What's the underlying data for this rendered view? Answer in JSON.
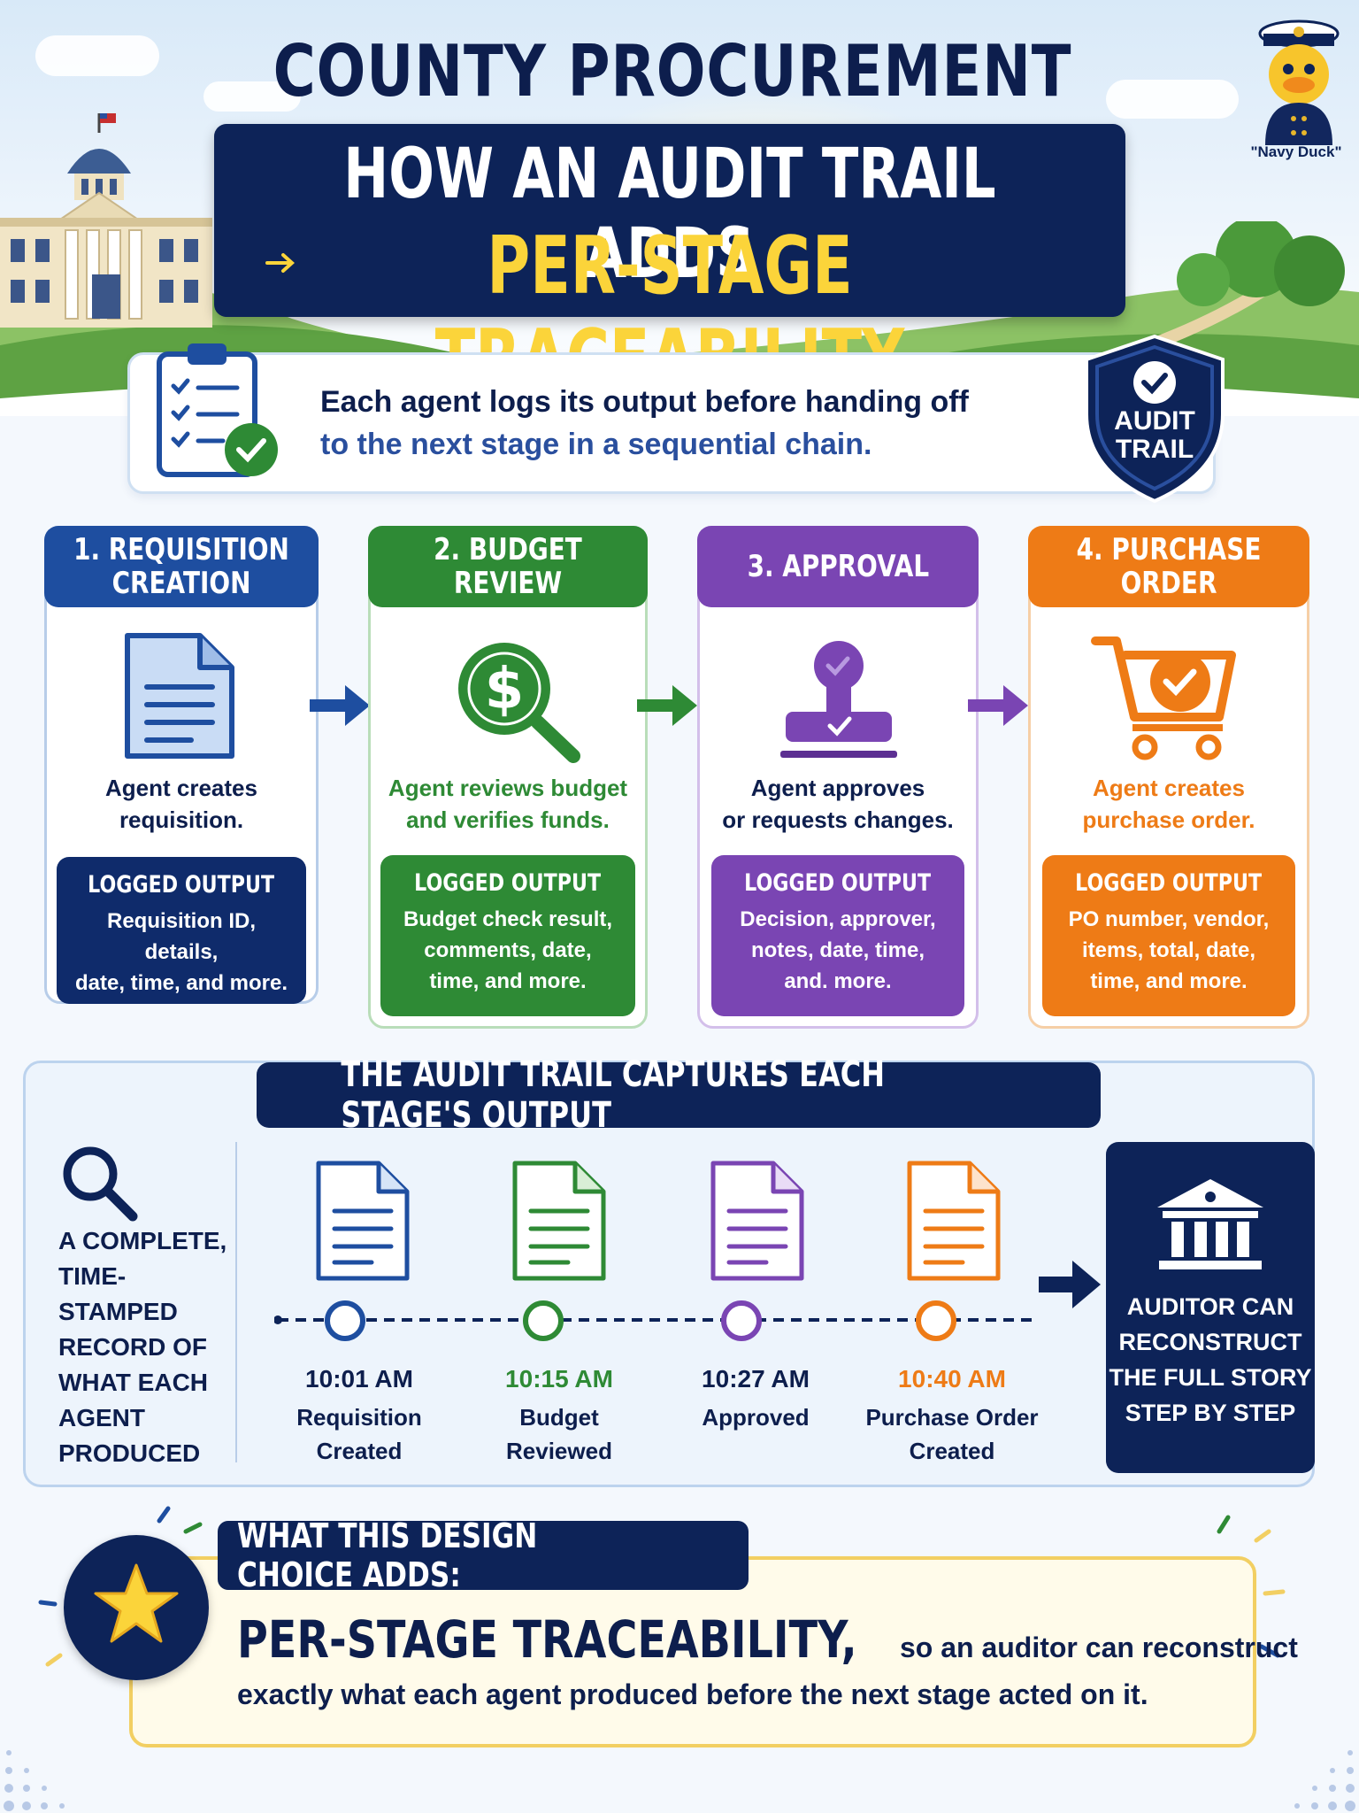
{
  "header": {
    "title": "COUNTY PROCUREMENT WORKFLOW",
    "banner_line1": "HOW AN AUDIT TRAIL ADDS",
    "banner_line2": "PER-STAGE TRACEABILITY",
    "mascot_label": "\"Navy Duck\""
  },
  "intro": {
    "line1": "Each agent logs its output before handing off",
    "line2": "to the next stage in a sequential chain.",
    "badge_line1": "AUDIT",
    "badge_line2": "TRAIL"
  },
  "stages": [
    {
      "title": "1. REQUISITION CREATION",
      "desc_line1": "Agent creates",
      "desc_line2": "requisition.",
      "log_title": "LOGGED OUTPUT",
      "log_line1": "Requisition ID, details,",
      "log_line2": "date, time, and more.",
      "log_line3": "",
      "color": "#1e4ea0",
      "icon": "document-icon"
    },
    {
      "title": "2. BUDGET REVIEW",
      "desc_line1": "Agent reviews budget",
      "desc_line2": "and verifies funds.",
      "log_title": "LOGGED OUTPUT",
      "log_line1": "Budget check result,",
      "log_line2": "comments, date,",
      "log_line3": "time, and more.",
      "color": "#2e8a35",
      "icon": "dollar-magnifier-icon"
    },
    {
      "title": "3. APPROVAL",
      "desc_line1": "Agent approves",
      "desc_line2": "or requests changes.",
      "log_title": "LOGGED OUTPUT",
      "log_line1": "Decision, approver,",
      "log_line2": "notes, date, time,",
      "log_line3": "and. more.",
      "color": "#7a45b3",
      "icon": "approval-stamp-icon"
    },
    {
      "title": "4. PURCHASE ORDER",
      "desc_line1": "Agent creates",
      "desc_line2": "purchase order.",
      "log_title": "LOGGED OUTPUT",
      "log_line1": "PO number, vendor,",
      "log_line2": "items, total, date,",
      "log_line3": "time, and more.",
      "color": "#ee7b16",
      "icon": "cart-check-icon"
    }
  ],
  "audit": {
    "heading": "THE AUDIT TRAIL CAPTURES EACH STAGE'S OUTPUT",
    "record_lines": [
      "A COMPLETE,",
      "TIME-STAMPED",
      "RECORD OF",
      "WHAT EACH",
      "AGENT",
      "PRODUCED"
    ],
    "events": [
      {
        "time": "10:01 AM",
        "label_line1": "Requisition",
        "label_line2": "Created",
        "color": "#1e4ea0"
      },
      {
        "time": "10:15 AM",
        "label_line1": "Budget",
        "label_line2": "Reviewed",
        "color": "#2e8a35"
      },
      {
        "time": "10:27 AM",
        "label_line1": "Approved",
        "label_line2": "",
        "color": "#7a45b3"
      },
      {
        "time": "10:40 AM",
        "label_line1": "Purchase Order",
        "label_line2": "Created",
        "color": "#ee7b16"
      }
    ],
    "auditor_lines": [
      "AUDITOR CAN",
      "RECONSTRUCT",
      "THE FULL STORY",
      "STEP BY STEP"
    ]
  },
  "bottom": {
    "tag": "WHAT THIS DESIGN CHOICE ADDS:",
    "emphasis": "PER-STAGE TRACEABILITY,",
    "line1_rest": "so an auditor can reconstruct",
    "line2": "exactly what each agent produced before the next stage acted on it."
  }
}
